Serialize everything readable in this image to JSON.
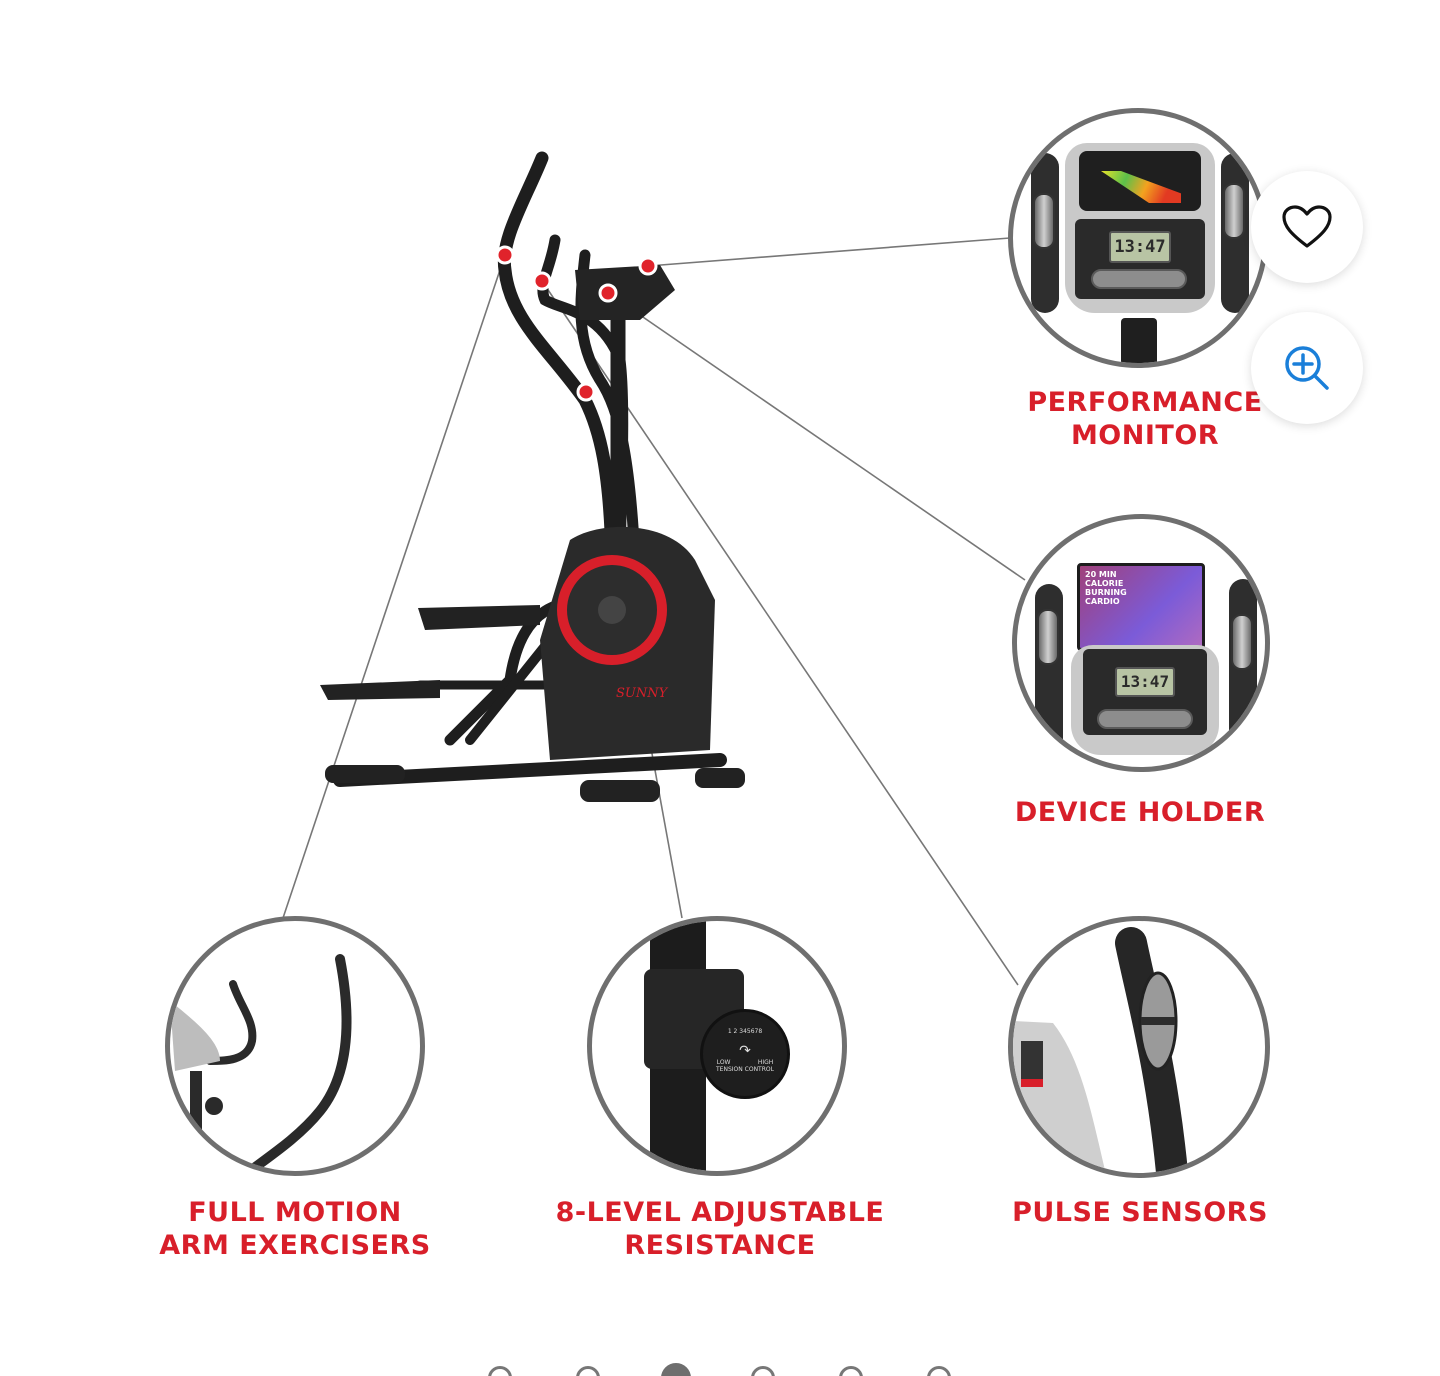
{
  "gallery": {
    "product_brand_logo": "SUNNY",
    "features": [
      {
        "id": "performance-monitor",
        "label": "PERFORMANCE\nMONITOR"
      },
      {
        "id": "device-holder",
        "label": "DEVICE HOLDER"
      },
      {
        "id": "arm-exercisers",
        "label": "FULL MOTION\nARM EXERCISERS"
      },
      {
        "id": "adjustable-resistance",
        "label": "8-LEVEL ADJUSTABLE\nRESISTANCE"
      },
      {
        "id": "pulse-sensors",
        "label": "PULSE SENSORS"
      }
    ],
    "monitor_display": "13:47",
    "device_screen_text": "20 MIN\nCALORIE\nBURNING\nCARDIO",
    "knob_text": {
      "scale": "1 2 345678",
      "low": "LOW",
      "high": "HIGH",
      "caption": "TENSION CONTROL"
    }
  },
  "actions": {
    "favorite": {
      "icon": "heart-icon",
      "color": "#111111"
    },
    "zoom": {
      "icon": "zoom-in-icon",
      "color": "#1a7fd9"
    }
  },
  "carousel": {
    "total": 6,
    "active_index": 2
  },
  "colors": {
    "accent_red": "#d81f2a",
    "circle_border": "#6f6f6f",
    "zoom_blue": "#1a7fd9"
  }
}
